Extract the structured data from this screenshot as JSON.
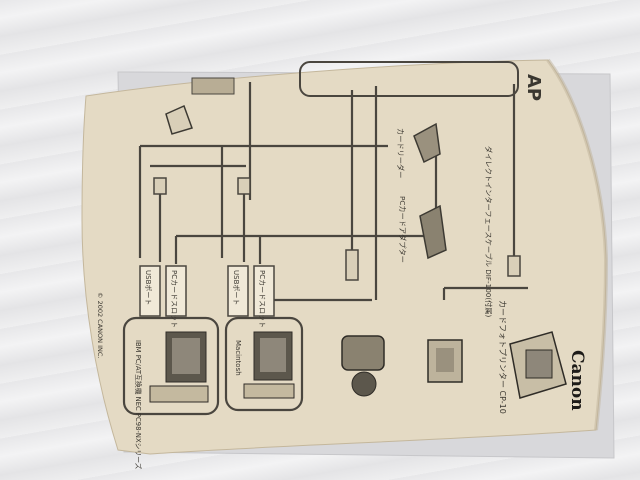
{
  "photo": {
    "subject": "Canon booklet on a white foam background",
    "colors": {
      "background": "#ececee",
      "paper": "#e6dcc6",
      "backing_sheet": "#d9d9dc",
      "line": "#4a463f"
    }
  },
  "booklet": {
    "brand": "Canon",
    "printer_model": "カードフォトプリンター CP-10",
    "cable_label": "ダイレクトインターフェースケーブル DIF-100(付属)",
    "pc_label": "IBM PC/AT互換機 NEC PC98-NXシリーズ",
    "mac_label": "Macintosh",
    "usb_port": "USBポート",
    "pc_card_slot": "PCカードスロット",
    "card_reader": "カードリーダー",
    "pc_card_adapter": "PCカードアダプター",
    "copyright": "© 2002 CANON INC."
  }
}
